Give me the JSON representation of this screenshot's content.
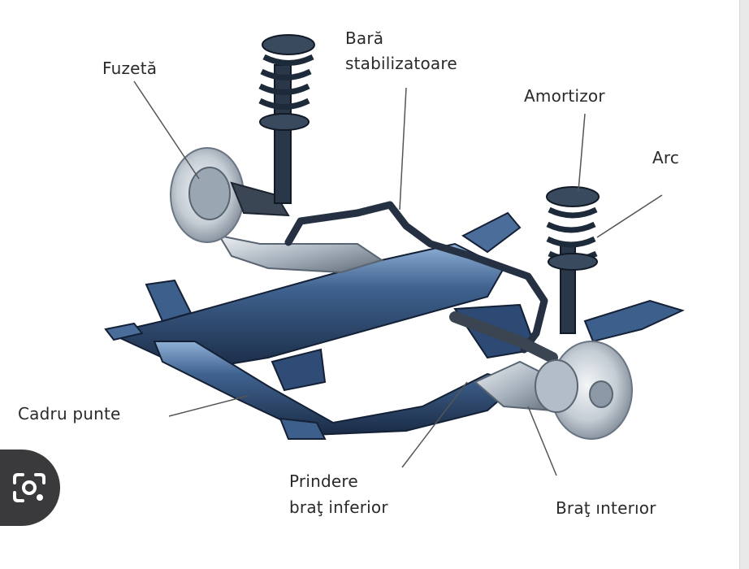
{
  "labels": {
    "fuzeta": "Fuzetă",
    "bara_line1": "Bară",
    "bara_line2": "stabilizatoare",
    "amortizor": "Amortizor",
    "arc": "Arc",
    "cadru_punte": "Cadru punte",
    "prindere_line1": "Prindere",
    "prindere_line2": "braţ inferior",
    "brat_inferior": "Braţ ınterıor"
  },
  "icons": {
    "visual_search": "camera-search-icon"
  },
  "colors": {
    "frame": "#2f4d79",
    "frame_light": "#7a9bc4",
    "metal": "#b9c3cc",
    "spring": "#1d2a3a"
  }
}
